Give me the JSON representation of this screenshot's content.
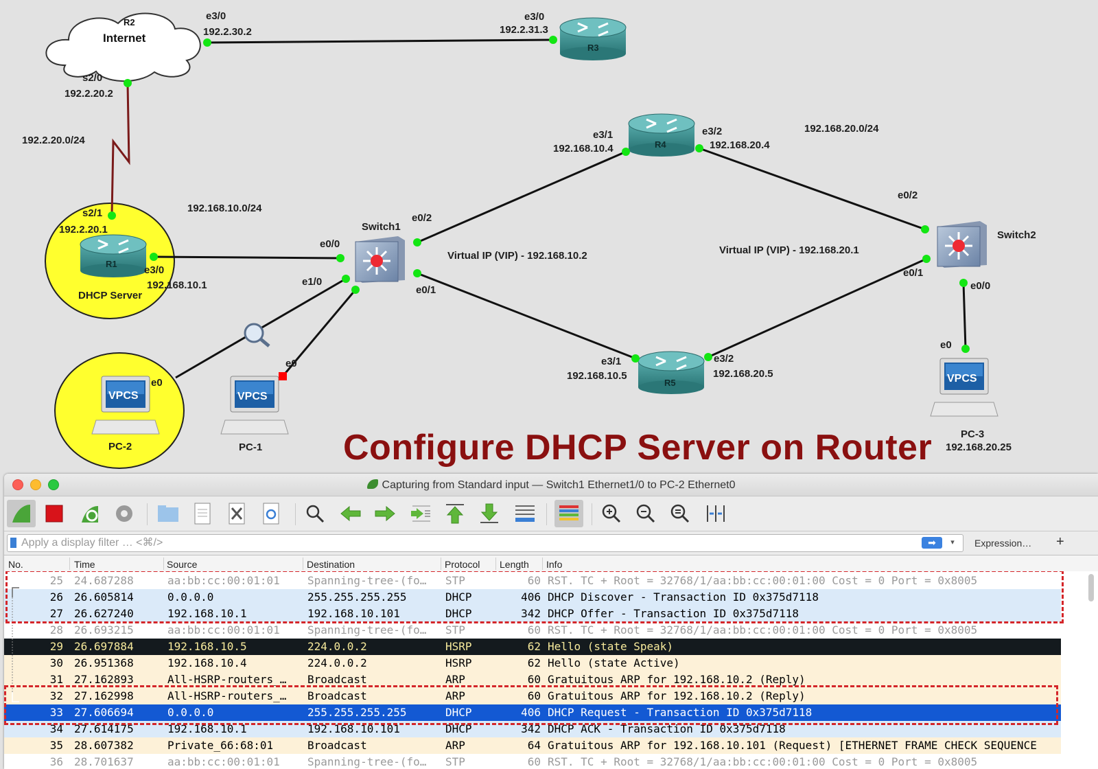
{
  "topology": {
    "devices": {
      "r2": {
        "name": "R2",
        "label": "Internet"
      },
      "r3": {
        "name": "R3"
      },
      "r4": {
        "name": "R4"
      },
      "r5": {
        "name": "R5"
      },
      "r1": {
        "name": "R1",
        "role": "DHCP Server"
      },
      "switch1": {
        "name": "Switch1"
      },
      "switch2": {
        "name": "Switch2"
      },
      "pc1": {
        "name": "PC-1",
        "screen": "VPCS"
      },
      "pc2": {
        "name": "PC-2",
        "screen": "VPCS"
      },
      "pc3": {
        "name": "PC-3",
        "screen": "VPCS",
        "ip": "192.168.20.25"
      }
    },
    "labels": {
      "r2_e30": "e3/0",
      "r2_e30_ip": "192.2.30.2",
      "r3_e30": "e3/0",
      "r3_e30_ip": "192.2.31.3",
      "r2_s20": "s2/0",
      "r2_s20_ip": "192.2.20.2",
      "net_wan": "192.2.20.0/24",
      "r1_s21": "s2/1",
      "r1_s21_ip": "192.2.20.1",
      "r1_e30": "e3/0",
      "r1_e30_ip": "192.168.10.1",
      "net_lan10": "192.168.10.0/24",
      "net_lan20": "192.168.20.0/24",
      "r4_e31": "e3/1",
      "r4_e31_ip": "192.168.10.4",
      "r4_e32": "e3/2",
      "r4_e32_ip": "192.168.20.4",
      "r5_e31": "e3/1",
      "r5_e31_ip": "192.168.10.5",
      "r5_e32": "e3/2",
      "r5_e32_ip": "192.168.20.5",
      "sw1_e00": "e0/0",
      "sw1_e02": "e0/2",
      "sw1_e10": "e1/0",
      "sw1_e01": "e0/1",
      "sw2_e02": "e0/2",
      "sw2_e01": "e0/1",
      "sw2_e00": "e0/0",
      "pc1_e0": "e0",
      "pc2_e0": "e0",
      "pc3_e0": "e0",
      "vip10": "Virtual IP (VIP) - 192.168.10.2",
      "vip20": "Virtual IP (VIP) - 192.168.20.1"
    },
    "headline": "Configure DHCP Server  on Router",
    "colors": {
      "link": "#111111",
      "serial_link": "#7a1a1a",
      "port_up": "#13e613",
      "port_down": "#ff0000",
      "highlight": "#ffff2e",
      "headline": "#8a1010"
    }
  },
  "wireshark": {
    "title": "Capturing from Standard input — Switch1 Ethernet1/0 to PC-2 Ethernet0",
    "toolbar_icons": [
      "shark-fin-start-icon",
      "stop-capture-icon",
      "restart-capture-icon",
      "capture-options-icon",
      "open-file-icon",
      "save-file-icon",
      "close-file-icon",
      "reload-file-icon",
      "find-packet-icon",
      "go-back-icon",
      "go-forward-icon",
      "go-to-packet-icon",
      "first-packet-icon",
      "last-packet-icon",
      "auto-scroll-icon",
      "colorize-icon",
      "zoom-in-icon",
      "zoom-out-icon",
      "normal-size-icon",
      "resize-columns-icon"
    ],
    "filter_placeholder": "Apply a display filter … <⌘/>",
    "filter_apply_arrow": "➡",
    "filter_dropdown": "▾",
    "expression_label": "Expression…",
    "add_button": "+",
    "columns": [
      "No.",
      "Time",
      "Source",
      "Destination",
      "Protocol",
      "Length",
      "Info"
    ],
    "packets": [
      {
        "no": "25",
        "time": "24.687288",
        "src": "aa:bb:cc:00:01:01",
        "dst": "Spanning-tree-(fo…",
        "proto": "STP",
        "len": "60",
        "info": "RST. TC + Root = 32768/1/aa:bb:cc:00:01:00  Cost = 0  Port = 0x8005",
        "style": "stp faded"
      },
      {
        "no": "26",
        "time": "26.605814",
        "src": "0.0.0.0",
        "dst": "255.255.255.255",
        "proto": "DHCP",
        "len": "406",
        "info": "DHCP Discover - Transaction ID 0x375d7118",
        "style": "dhcp"
      },
      {
        "no": "27",
        "time": "26.627240",
        "src": "192.168.10.1",
        "dst": "192.168.10.101",
        "proto": "DHCP",
        "len": "342",
        "info": "DHCP Offer    - Transaction ID 0x375d7118",
        "style": "dhcp"
      },
      {
        "no": "28",
        "time": "26.693215",
        "src": "aa:bb:cc:00:01:01",
        "dst": "Spanning-tree-(fo…",
        "proto": "STP",
        "len": "60",
        "info": "RST. TC + Root = 32768/1/aa:bb:cc:00:01:00  Cost = 0  Port = 0x8005",
        "style": "stp faded"
      },
      {
        "no": "29",
        "time": "26.697884",
        "src": "192.168.10.5",
        "dst": "224.0.0.2",
        "proto": "HSRP",
        "len": "62",
        "info": "Hello (state Speak)",
        "style": "dark"
      },
      {
        "no": "30",
        "time": "26.951368",
        "src": "192.168.10.4",
        "dst": "224.0.0.2",
        "proto": "HSRP",
        "len": "62",
        "info": "Hello (state Active)",
        "style": "hsrp"
      },
      {
        "no": "31",
        "time": "27.162893",
        "src": "All-HSRP-routers_…",
        "dst": "Broadcast",
        "proto": "ARP",
        "len": "60",
        "info": "Gratuitous ARP for 192.168.10.2 (Reply)",
        "style": "arp"
      },
      {
        "no": "32",
        "time": "27.162998",
        "src": "All-HSRP-routers_…",
        "dst": "Broadcast",
        "proto": "ARP",
        "len": "60",
        "info": "Gratuitous ARP for 192.168.10.2 (Reply)",
        "style": "arp"
      },
      {
        "no": "33",
        "time": "27.606694",
        "src": "0.0.0.0",
        "dst": "255.255.255.255",
        "proto": "DHCP",
        "len": "406",
        "info": "DHCP Request  - Transaction ID 0x375d7118",
        "style": "sel"
      },
      {
        "no": "34",
        "time": "27.614175",
        "src": "192.168.10.1",
        "dst": "192.168.10.101",
        "proto": "DHCP",
        "len": "342",
        "info": "DHCP ACK      - Transaction ID 0x375d7118",
        "style": "dhcp"
      },
      {
        "no": "35",
        "time": "28.607382",
        "src": "Private_66:68:01",
        "dst": "Broadcast",
        "proto": "ARP",
        "len": "64",
        "info": "Gratuitous ARP for 192.168.10.101 (Request) [ETHERNET FRAME CHECK SEQUENCE",
        "style": "arp"
      },
      {
        "no": "36",
        "time": "28.701637",
        "src": "aa:bb:cc:00:01:01",
        "dst": "Spanning-tree-(fo…",
        "proto": "STP",
        "len": "60",
        "info": "RST. TC + Root = 32768/1/aa:bb:cc:00:01:00  Cost = 0  Port = 0x8005",
        "style": "stp faded"
      }
    ]
  }
}
